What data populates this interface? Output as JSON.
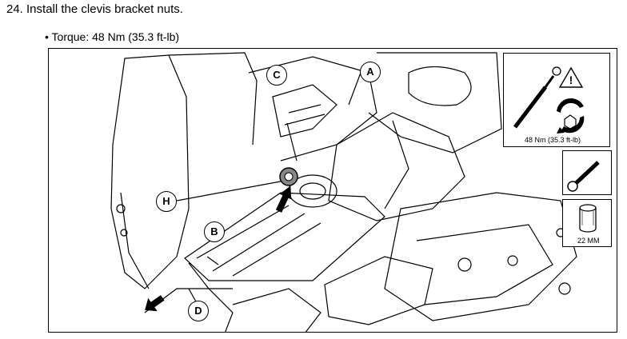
{
  "step": {
    "title": "24. Install the clevis bracket nuts.",
    "bullet": "• Torque: 48 Nm (35.3 ft-lb)"
  },
  "callouts": {
    "a": "A",
    "b": "B",
    "c": "C",
    "d": "D",
    "h": "H"
  },
  "panels": {
    "torque_label": "48 Nm (35.3 ft-lb)",
    "socket_label": "22 MM"
  }
}
